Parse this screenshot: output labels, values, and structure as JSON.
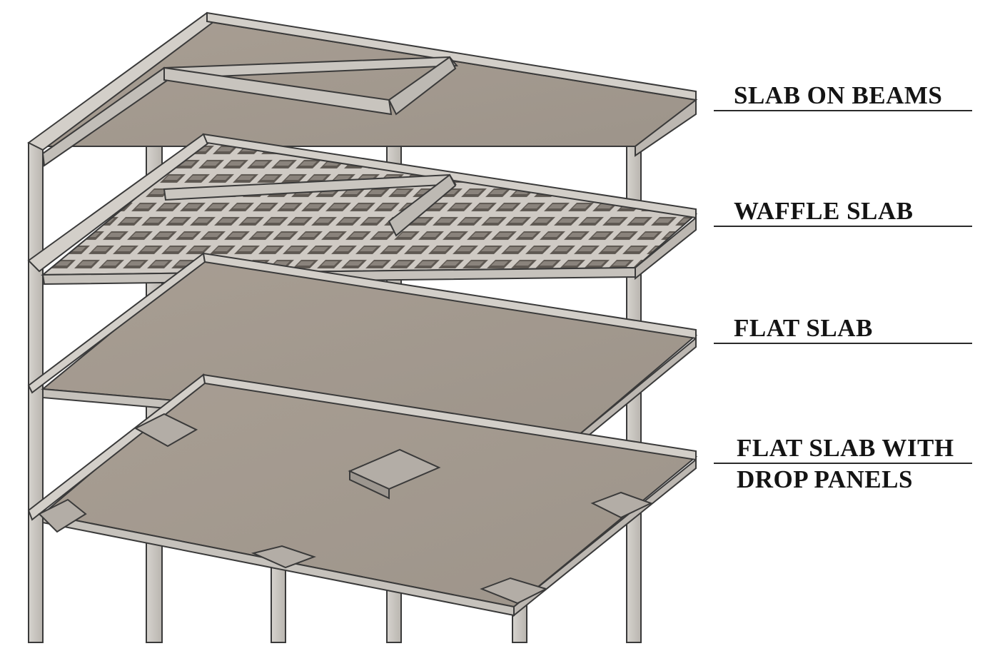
{
  "labels": [
    {
      "lines": [
        "SLAB ON BEAMS"
      ]
    },
    {
      "lines": [
        "WAFFLE SLAB"
      ]
    },
    {
      "lines": [
        "FLAT SLAB"
      ]
    },
    {
      "lines": [
        "FLAT SLAB WITH",
        "DROP PANELS"
      ]
    }
  ],
  "colors": {
    "concrete_top": "#a59b90",
    "concrete_edge": "#d0ccc6",
    "column": "#c9c6c1",
    "outline": "#3a3a3a",
    "waffle_dark": "#5b5550",
    "label_text": "#141414"
  }
}
